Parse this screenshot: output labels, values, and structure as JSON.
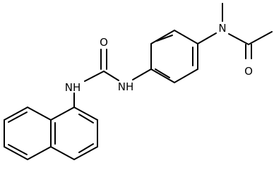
{
  "diagram": {
    "atom_labels": {
      "nitrogen_amide": "N",
      "oxygen_acetyl": "O",
      "oxygen_urea": "O",
      "nh_right": "NH",
      "nh_left": "NH"
    },
    "colors": {
      "background": "#ffffff",
      "ink": "#000000"
    }
  }
}
